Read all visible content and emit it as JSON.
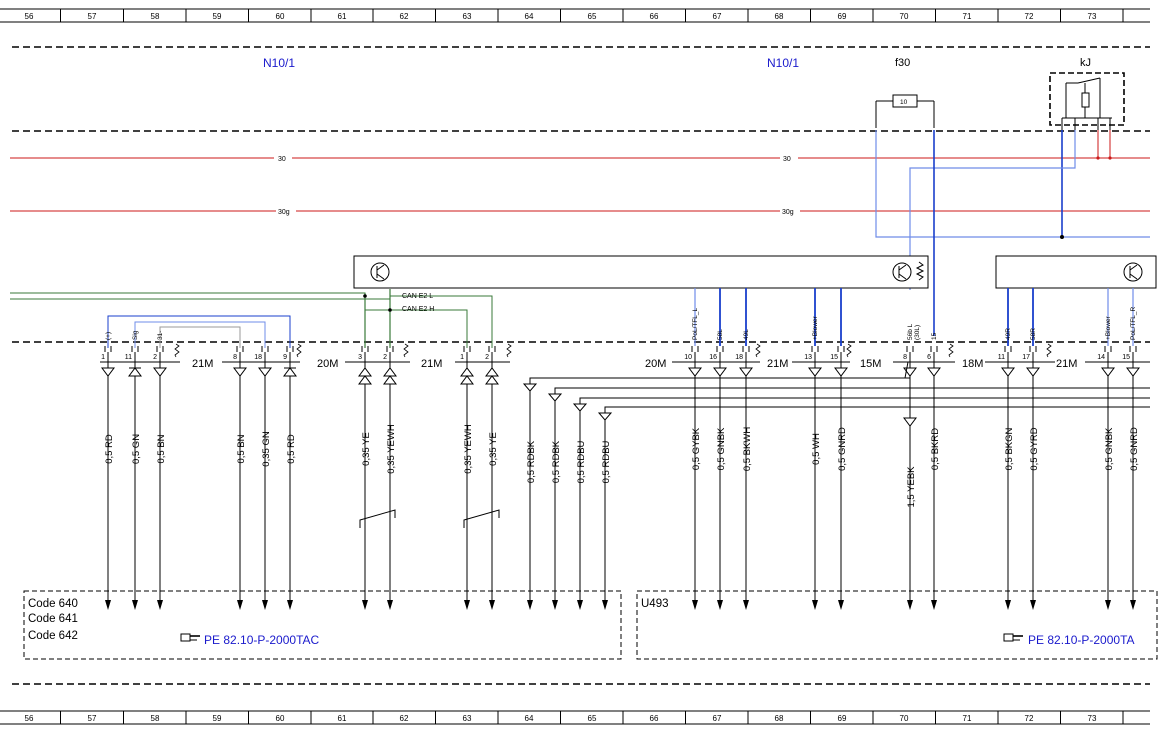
{
  "grid_numbers": [
    "56",
    "57",
    "58",
    "59",
    "60",
    "61",
    "62",
    "63",
    "64",
    "65",
    "66",
    "67",
    "68",
    "69",
    "70",
    "71",
    "72",
    "73"
  ],
  "module_labels": {
    "left": "N10/1",
    "right": "N10/1"
  },
  "fuse": {
    "label": "f30",
    "value": "10"
  },
  "relay": {
    "label": "kJ"
  },
  "rails": {
    "r30": "30",
    "r30g": "30g"
  },
  "can": {
    "low": "CAN E2 L",
    "high": "CAN E2 H"
  },
  "connectors": [
    "21M",
    "20M",
    "21M",
    "20M",
    "21M",
    "15M",
    "18M",
    "21M"
  ],
  "pins": [
    {
      "id": "p1",
      "num": "1",
      "func": "(+)",
      "wire": "0,5 RD"
    },
    {
      "id": "p11a",
      "num": "11",
      "func": "Sig",
      "wire": "0,5 GN"
    },
    {
      "id": "p2a",
      "num": "2",
      "func": "31-",
      "wire": "0,5 BN"
    },
    {
      "id": "p8a",
      "num": "8",
      "func": "",
      "wire": "0,5 BN"
    },
    {
      "id": "p18a",
      "num": "18",
      "func": "",
      "wire": "0,35 GN"
    },
    {
      "id": "p9",
      "num": "9",
      "func": "",
      "wire": "0,5 RD"
    },
    {
      "id": "p3",
      "num": "3",
      "func": "",
      "wire": "0,35 YE"
    },
    {
      "id": "p2b",
      "num": "2",
      "func": "",
      "wire": "0,35 YEWH"
    },
    {
      "id": "p1b",
      "num": "1",
      "func": "",
      "wire": "0,35 YEWH"
    },
    {
      "id": "p2c",
      "num": "2",
      "func": "",
      "wire": "0,35 YE"
    },
    {
      "id": "p10",
      "num": "10",
      "func": "PoL/TFL_L",
      "wire": "0,5 GYBK"
    },
    {
      "id": "p16",
      "num": "16",
      "func": "58L",
      "wire": "0,5 GNBK"
    },
    {
      "id": "p18b",
      "num": "18",
      "func": "49L",
      "wire": "0,5 BKWH"
    },
    {
      "id": "p13",
      "num": "13",
      "func": "+Blower",
      "wire": "0,5 WH"
    },
    {
      "id": "p15a",
      "num": "15",
      "func": "",
      "wire": "0,5 GNRD"
    },
    {
      "id": "p8b",
      "num": "8",
      "func": "56b L",
      "wire": "1,5 YEBK"
    },
    {
      "id": "p6",
      "num": "6",
      "func": "15",
      "wire": "0,5 BKRD"
    },
    {
      "id": "p11b",
      "num": "11",
      "func": "49R",
      "wire": "0,5 BKGN"
    },
    {
      "id": "p17",
      "num": "17",
      "func": "58R",
      "wire": "0,5 GYRD"
    },
    {
      "id": "p14",
      "num": "14",
      "func": "+Blower",
      "wire": "0,5 GNBK"
    },
    {
      "id": "p15b",
      "num": "15",
      "func": "PoL/TFL_R",
      "wire": "0,5 GNRD"
    }
  ],
  "pin_extra_func": {
    "p8b": "(30L)"
  },
  "side_wires": [
    "0,5 RDBK",
    "0,5 RDBK",
    "0,5 RDBU",
    "0,5 RDBU"
  ],
  "boxes": {
    "left": {
      "codes": [
        "Code 640",
        "Code 641",
        "Code 642"
      ],
      "ref": "PE 82.10-P-2000TAC"
    },
    "right": {
      "codes": [
        "U493"
      ],
      "ref": "PE 82.10-P-2000TA"
    }
  },
  "colors": {
    "rail": "#cc1a1a",
    "blue": "#1a3fcc",
    "lightblue": "#6f8ce8",
    "green": "#3a7a3a",
    "gray": "#9a9a9a",
    "refblue": "#1a1acc"
  },
  "icons": [
    "transistor-icon",
    "resistor-icon",
    "hand-pointer-icon"
  ]
}
